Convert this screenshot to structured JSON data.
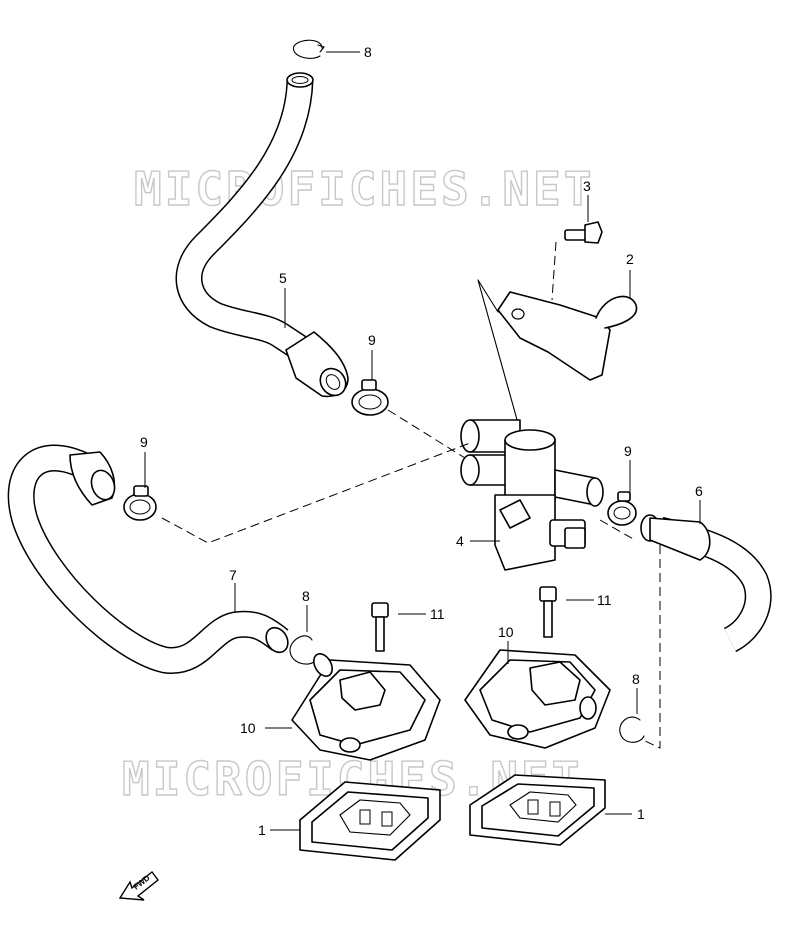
{
  "watermark": {
    "text_top": "MICROFICHES.NET",
    "text_bottom": "MICROFICHES.NET"
  },
  "callouts": {
    "c1_right": "1",
    "c1_left": "1",
    "c2": "2",
    "c3": "3",
    "c4": "4",
    "c5": "5",
    "c6": "6",
    "c7": "7",
    "c8_top": "8",
    "c8_mid": "8",
    "c8_right": "8",
    "c9_upper": "9",
    "c9_left": "9",
    "c9_right": "9",
    "c10_left": "10",
    "c10_right": "10",
    "c11_left": "11",
    "c11_right": "11"
  },
  "direction_arrow": {
    "label": "FWD"
  }
}
